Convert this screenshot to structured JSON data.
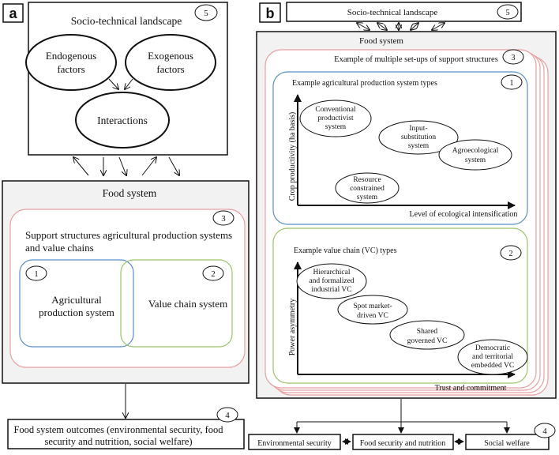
{
  "panel_a": {
    "label": "a",
    "landscape": {
      "title": "Socio-technical landscape",
      "number": "5",
      "endogenous_line1": "Endogenous",
      "endogenous_line2": "factors",
      "exogenous_line1": "Exogenous",
      "exogenous_line2": "factors",
      "interactions": "Interactions"
    },
    "food_system": {
      "title": "Food system",
      "support_number": "3",
      "support_line1": "Support structures agricultural production systems",
      "support_line2": "and value chains",
      "agri_number": "1",
      "agri_line1": "Agricultural",
      "agri_line2": "production system",
      "vc_number": "2",
      "vc_label": "Value chain system"
    },
    "outcomes": {
      "number": "4",
      "line1": "Food system outcomes (environmental security, food",
      "line2": "security and nutrition, social welfare)"
    }
  },
  "panel_b": {
    "label": "b",
    "landscape": {
      "title": "Socio-technical landscape",
      "number": "5"
    },
    "food_system_title": "Food system",
    "multiple_setups": {
      "title": "Example of multiple set-ups of support structures",
      "number": "3"
    },
    "agri_types": {
      "title": "Example agricultural production system types",
      "number": "1",
      "ylabel": "Crop productivity (ha basis)",
      "xlabel": "Level of ecological intensification",
      "items": [
        {
          "line1": "Conventional",
          "line2": "productivist",
          "line3": "system"
        },
        {
          "line1": "Input-",
          "line2": "substitution",
          "line3": "system"
        },
        {
          "line1": "Agroecological",
          "line2": "system"
        },
        {
          "line1": "Resource",
          "line2": "constrained",
          "line3": "system"
        }
      ]
    },
    "vc_types": {
      "title": "Example value chain (VC) types",
      "number": "2",
      "ylabel": "Power asymmetry",
      "xlabel": "Trust and commitment",
      "items": [
        {
          "line1": "Hierarchical",
          "line2": "and formalized",
          "line3": "industrial VC"
        },
        {
          "line1": "Spot market-",
          "line2": "driven VC"
        },
        {
          "line1": "Shared",
          "line2": "governed VC"
        },
        {
          "line1": "Democratic",
          "line2": "and territorial",
          "line3": "embedded VC"
        }
      ]
    },
    "outcomes": {
      "number": "4",
      "environmental": "Environmental security",
      "food": "Food security and nutrition",
      "social": "Social welfare"
    }
  },
  "colors": {
    "support_border": "#e8a0a0",
    "agri_border": "#5b8fc9",
    "vc_border": "#9cc46a",
    "food_system_fill": "#f2f2f2"
  }
}
